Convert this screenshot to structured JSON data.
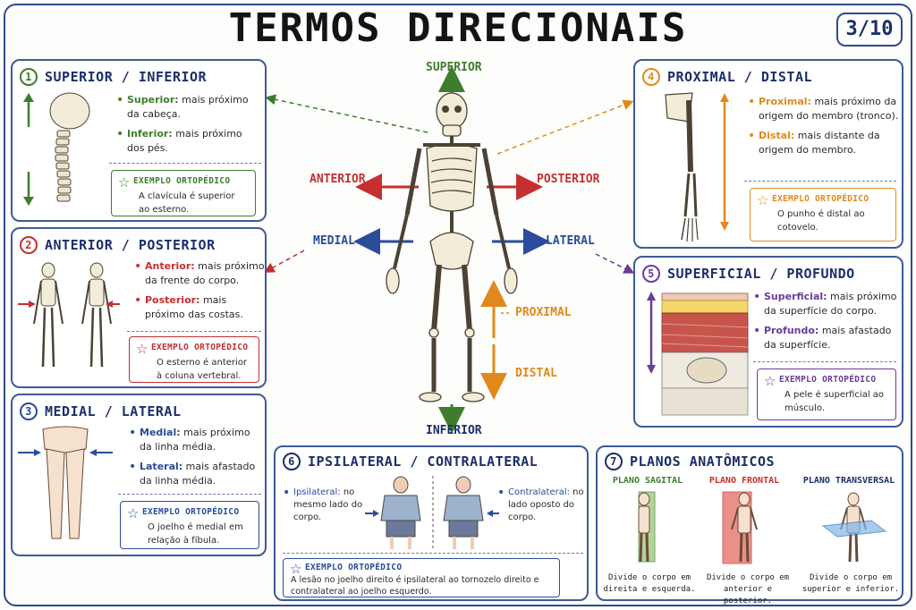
{
  "title": "TERMOS DIRECIONAIS",
  "page": "3/10",
  "colors": {
    "green": "#3e7d2e",
    "red": "#c62f2f",
    "blue": "#2a4c9a",
    "orange": "#e08a1e",
    "purple": "#6b3b9c",
    "navy": "#1b2f6b"
  },
  "center": {
    "superior": "SUPERIOR",
    "inferior": "INFERIOR",
    "anterior": "ANTERIOR",
    "posterior": "POSTERIOR",
    "medial": "MEDIAL",
    "lateral": "LATERAL",
    "proximal": "PROXIMAL",
    "distal": "DISTAL"
  },
  "s1": {
    "num": "1",
    "heading": "SUPERIOR / INFERIOR",
    "t1": "Superior:",
    "d1": " mais próximo da cabeça.",
    "t2": "Inferior:",
    "d2": " mais próximo dos pés.",
    "ex_title": "EXEMPLO ORTOPÉDICO",
    "ex_body": "A clavícula é superior ao esterno."
  },
  "s2": {
    "num": "2",
    "heading": "ANTERIOR / POSTERIOR",
    "t1": "Anterior:",
    "d1": " mais próximo da frente do corpo.",
    "t2": "Posterior:",
    "d2": " mais próximo das costas.",
    "ex_title": "EXEMPLO ORTOPÉDICO",
    "ex_body": "O esterno é anterior à coluna vertebral."
  },
  "s3": {
    "num": "3",
    "heading": "MEDIAL / LATERAL",
    "t1": "Medial:",
    "d1": " mais próximo da linha média.",
    "t2": "Lateral:",
    "d2": " mais afastado da linha média.",
    "ex_title": "EXEMPLO ORTOPÉDICO",
    "ex_body": "O joelho é medial em relação à fíbula."
  },
  "s4": {
    "num": "4",
    "heading": "PROXIMAL / DISTAL",
    "t1": "Proximal:",
    "d1": " mais próximo da origem do membro (tronco).",
    "t2": "Distal:",
    "d2": " mais distante da origem do membro.",
    "ex_title": "EXEMPLO ORTOPÉDICO",
    "ex_body": "O punho é distal ao cotovelo."
  },
  "s5": {
    "num": "5",
    "heading": "SUPERFICIAL / PROFUNDO",
    "t1": "Superficial:",
    "d1": " mais próximo da superfície do corpo.",
    "t2": "Profundo:",
    "d2": " mais afastado da superfície.",
    "ex_title": "EXEMPLO ORTOPÉDICO",
    "ex_body": "A pele é superficial ao músculo."
  },
  "s6": {
    "num": "6",
    "heading": "IPSILATERAL / CONTRALATERAL",
    "t1": "Ipsilateral:",
    "d1": " no mesmo lado do corpo.",
    "t2": "Contralateral:",
    "d2": " no lado oposto do corpo.",
    "ex_title": "EXEMPLO ORTOPÉDICO",
    "ex_body": "A lesão no joelho direito é ipsilateral ao tornozelo direito e contralateral ao joelho esquerdo."
  },
  "s7": {
    "num": "7",
    "heading": "PLANOS ANATÔMICOS",
    "planes": [
      {
        "name": "PLANO SAGITAL",
        "desc": "Divide o corpo em direita e esquerda."
      },
      {
        "name": "PLANO FRONTAL",
        "desc": "Divide o corpo em anterior e posterior."
      },
      {
        "name": "PLANO TRANSVERSAL",
        "desc": "Divide o corpo em superior e inferior."
      }
    ]
  }
}
